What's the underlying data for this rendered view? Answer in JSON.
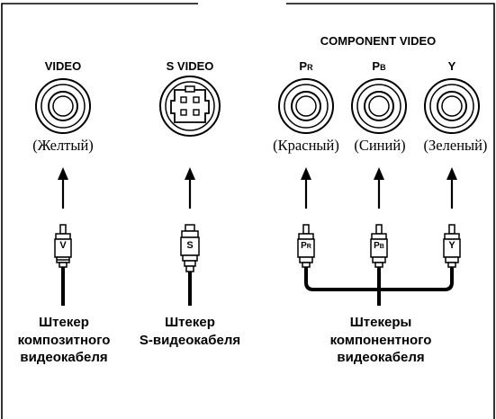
{
  "header": {
    "component_video": "COMPONENT VIDEO",
    "video": "VIDEO",
    "s_video": "S VIDEO",
    "pr": "PR",
    "pb": "PB",
    "y": "Y"
  },
  "colors": {
    "video": "(Желтый)",
    "pr": "(Красный)",
    "pb": "(Синий)",
    "y": "(Зеленый)"
  },
  "plugs": {
    "video": "V",
    "s_video": "S",
    "pr": "PR",
    "pb": "PB",
    "y": "Y"
  },
  "labels": {
    "composite": [
      "Штекер",
      "композитного",
      "видеокабеля"
    ],
    "s_video": [
      "Штекер",
      "S-видеокабеля"
    ],
    "component": [
      "Штекеры",
      "компонентного",
      "видеокабеля"
    ]
  }
}
